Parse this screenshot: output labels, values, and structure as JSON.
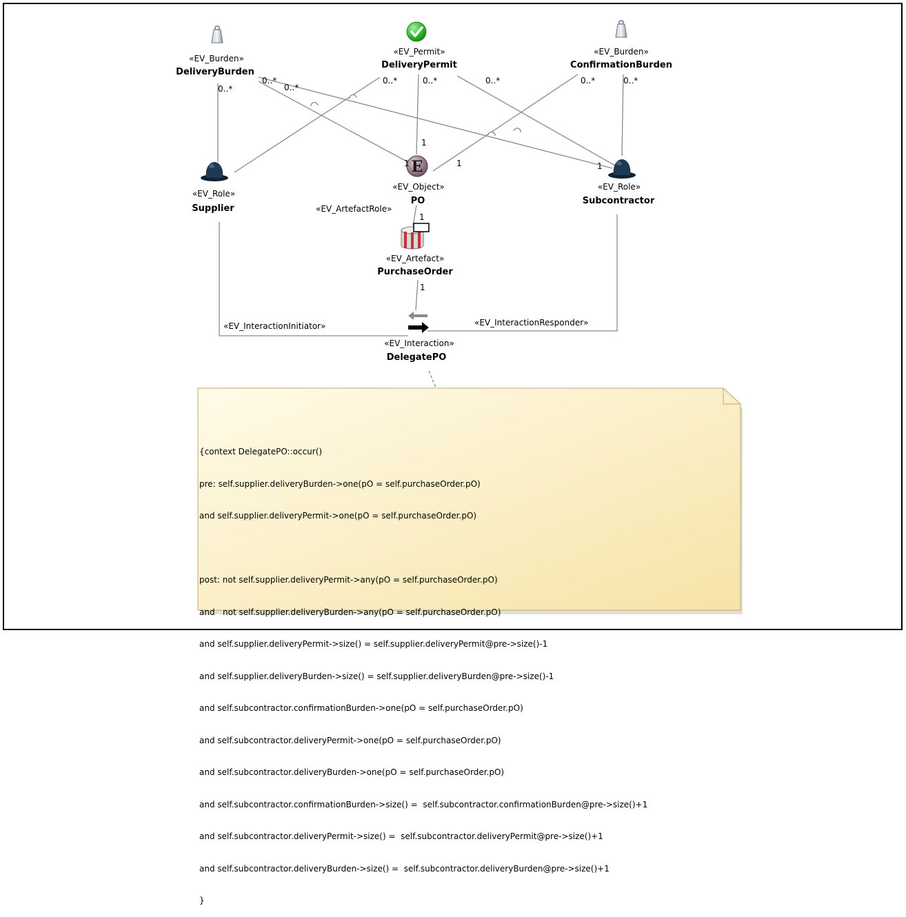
{
  "nodes": {
    "delivery_burden": {
      "stereotype": "«EV_Burden»",
      "name": "DeliveryBurden",
      "icon": "weight-icon"
    },
    "delivery_permit": {
      "stereotype": "«EV_Permit»",
      "name": "DeliveryPermit",
      "icon": "green-check-icon"
    },
    "confirmation_burden": {
      "stereotype": "«EV_Burden»",
      "name": "ConfirmationBurden",
      "icon": "weight-icon"
    },
    "supplier": {
      "stereotype": "«EV_Role»",
      "name": "Supplier",
      "icon": "bowler-hat-icon"
    },
    "po": {
      "stereotype": "«EV_Object»",
      "name": "PO",
      "icon": "gothic-e-icon",
      "icon_glyph": "E"
    },
    "subcontractor": {
      "stereotype": "«EV_Role»",
      "name": "Subcontractor",
      "icon": "bowler-hat-icon"
    },
    "purchase_order": {
      "stereotype": "«EV_Artefact»",
      "name": "PurchaseOrder",
      "icon": "artefact-cylinder-icon"
    },
    "delegate_po": {
      "stereotype": "«EV_Interaction»",
      "name": "DelegatePO",
      "icon": "interaction-arrows-icon"
    }
  },
  "edge_labels": {
    "artefact_role": "«EV_ArtefactRole»",
    "interaction_initiator": "«EV_InteractionInitiator»",
    "interaction_responder": "«EV_InteractionResponder»"
  },
  "multiplicities": {
    "many": "0..*",
    "one": "1"
  },
  "note": {
    "lines": [
      "{context DelegatePO::occur()",
      "pre: self.supplier.deliveryBurden->one(pO = self.purchaseOrder.pO)",
      "and self.supplier.deliveryPermit->one(pO = self.purchaseOrder.pO)",
      "",
      "post: not self.supplier.deliveryPermit->any(pO = self.purchaseOrder.pO)",
      "and   not self.supplier.deliveryBurden->any(pO = self.purchaseOrder.pO)",
      "and self.supplier.deliveryPermit->size() = self.supplier.deliveryPermit@pre->size()-1",
      "and self.supplier.deliveryBurden->size() = self.supplier.deliveryBurden@pre->size()-1",
      "and self.subcontractor.confirmationBurden->one(pO = self.purchaseOrder.pO)",
      "and self.subcontractor.deliveryPermit->one(pO = self.purchaseOrder.pO)",
      "and self.subcontractor.deliveryBurden->one(pO = self.purchaseOrder.pO)",
      "and self.subcontractor.confirmationBurden->size() =  self.subcontractor.confirmationBurden@pre->size()+1",
      "and self.subcontractor.deliveryPermit->size() =  self.subcontractor.deliveryPermit@pre->size()+1",
      "and self.subcontractor.deliveryBurden->size() =  self.subcontractor.deliveryBurden@pre->size()+1",
      "}"
    ]
  },
  "colors": {
    "note_fill_top": "#fffbe6",
    "note_fill_bottom": "#fbe9b8",
    "note_border": "#c8b98a",
    "line": "#808080",
    "check_green": "#2fb52f",
    "hat": "#1d3a52",
    "po_circle": "#7a5a6a",
    "artefact_red": "#c83232"
  }
}
